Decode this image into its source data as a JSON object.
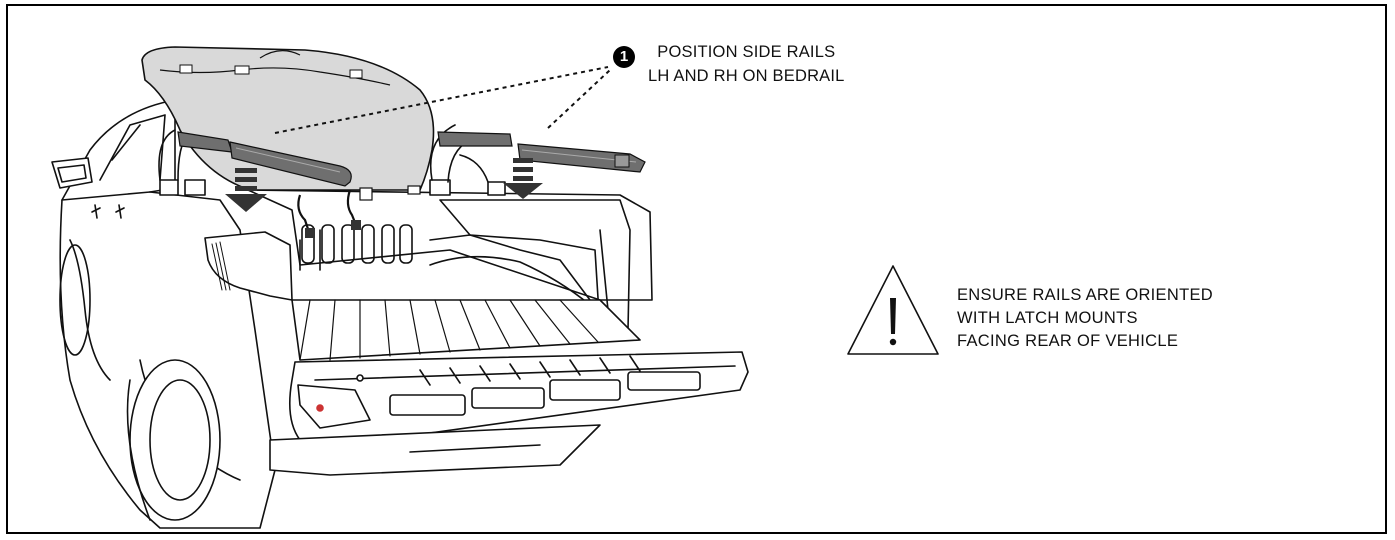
{
  "callout": {
    "number": "1",
    "line1": "POSITION SIDE RAILS",
    "line2": "LH AND RH ON BEDRAIL"
  },
  "warning": {
    "icon": "warning-triangle-icon",
    "line1": "ENSURE RAILS ARE ORIENTED",
    "line2": "WITH LATCH MOUNTS",
    "line3": "FACING REAR OF VEHICLE"
  },
  "colors": {
    "line": "#000000",
    "cover_fill": "#d9d9d9",
    "rail_fill": "#6f6f6f",
    "arrow_fill": "#333333"
  }
}
